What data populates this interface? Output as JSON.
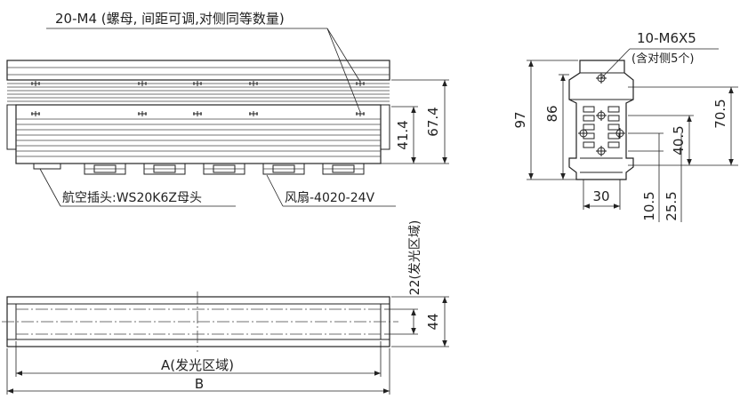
{
  "callouts": {
    "threaded_holes": "20-M4 (螺母, 间距可调,对侧同等数量)",
    "side_holes_line1": "10-M6X5",
    "side_holes_line2": "(含对侧5个)",
    "connector": "航空插头:WS20K6Z母头",
    "fan": "风扇-4020-24V"
  },
  "dimensions": {
    "front_height": "67.4",
    "front_partial_height": "41.4",
    "side_height": "97",
    "side_upper": "86",
    "side_right_height": "70.5",
    "side_right_mid": "40.5",
    "side_width": "30",
    "side_bottom_a": "10.5",
    "side_bottom_b": "25.5",
    "emit_width": "22(发光区域)",
    "plan_width": "44",
    "emit_length": "A(发光区域)",
    "total_length": "B"
  }
}
